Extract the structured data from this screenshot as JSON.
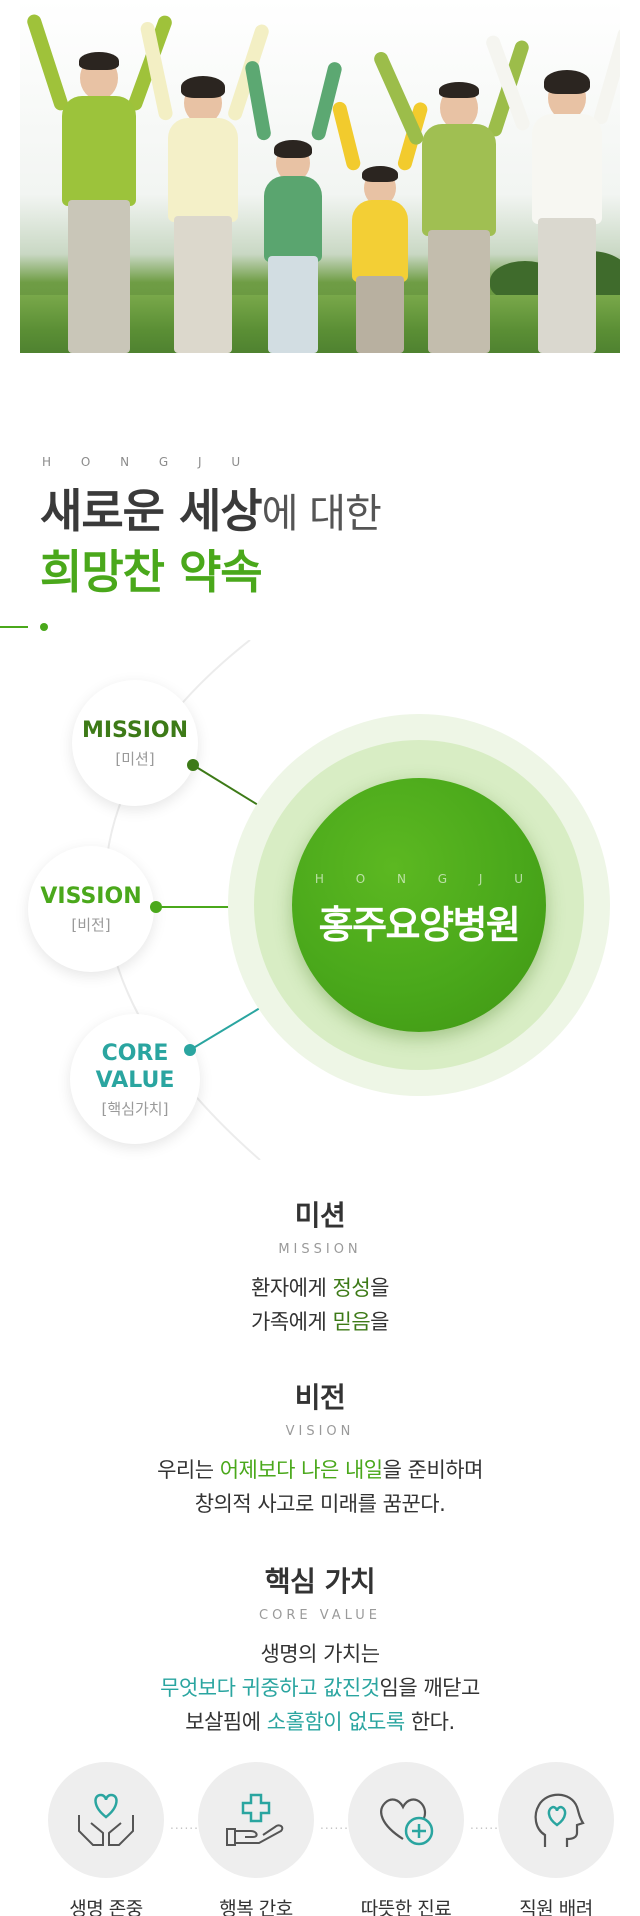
{
  "hero": {
    "photo_description_icon": "family-cheering-photo"
  },
  "section": {
    "eyebrow": "H O N G J U",
    "headline_bold_1": "새로운 세상",
    "headline_light_1": "에 대한",
    "headline_line_2": "희망찬 약속"
  },
  "diagram": {
    "center_eyebrow": "H O N G J U",
    "center_title": "홍주요양병원",
    "nodes": {
      "mission_en": "MISSION",
      "mission_ko": "[미션]",
      "vision_en": "VISSION",
      "vision_ko": "[비전]",
      "core_en_1": "CORE",
      "core_en_2": "VALUE",
      "core_ko": "[핵심가치]"
    },
    "colors": {
      "mission": "#3d7a17",
      "vision": "#4aa81b",
      "core": "#2aa5a0"
    }
  },
  "mission": {
    "title": "미션",
    "sub": "MISSION",
    "line1_pre": "환자에게 ",
    "line1_hl": "정성",
    "line1_post": "을",
    "line2_pre": "가족에게 ",
    "line2_hl": "믿음",
    "line2_post": "을"
  },
  "vision": {
    "title": "비전",
    "sub": "VISION",
    "line1_pre": "우리는 ",
    "line1_hl": "어제보다 나은 내일",
    "line1_post": "을 준비하며",
    "line2": "창의적 사고로 미래를 꿈꾼다."
  },
  "core_value": {
    "title": "핵심 가치",
    "sub": "CORE VALUE",
    "line1": "생명의 가치는",
    "line2_hl": "무엇보다 귀중하고 값진것",
    "line2_post": "임을 깨닫고",
    "line3_pre": "보살핌에 ",
    "line3_hl": "소홀함이 없도록",
    "line3_post": " 한다."
  },
  "values": [
    {
      "label": "생명 존중",
      "icon": "heart-hands-icon"
    },
    {
      "label": "행복 간호",
      "icon": "cross-hand-icon"
    },
    {
      "label": "따뜻한 진료",
      "icon": "heart-plus-icon"
    },
    {
      "label": "직원 배려",
      "icon": "head-heart-icon"
    }
  ],
  "brand_colors": {
    "green": "#4aa81b",
    "dark_green": "#3d7a17",
    "teal": "#2aa5a0"
  }
}
